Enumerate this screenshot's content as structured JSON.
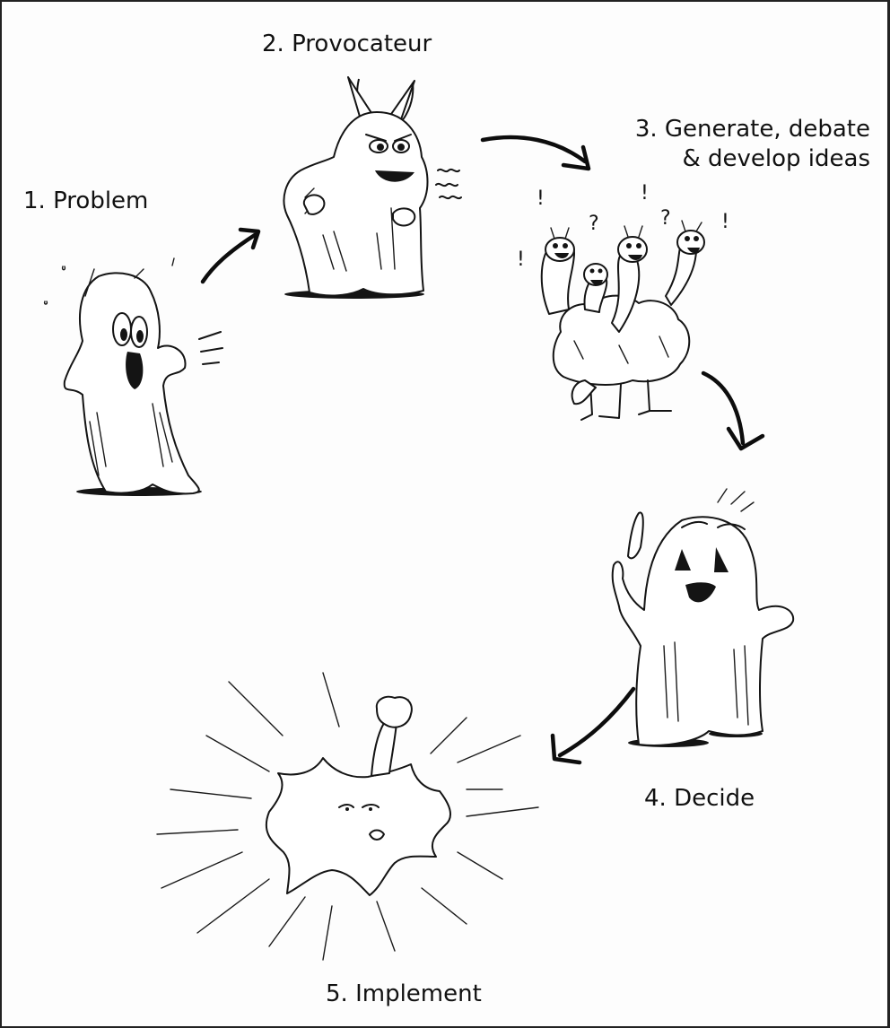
{
  "steps": [
    {
      "number": "1.",
      "name": "Problem"
    },
    {
      "number": "2.",
      "name": "Provocateur"
    },
    {
      "number": "3.",
      "name": "Generate, debate",
      "name_line2": "& develop ideas"
    },
    {
      "number": "4.",
      "name": "Decide"
    },
    {
      "number": "5.",
      "name": "Implement"
    }
  ],
  "labels": {
    "problem": "1. Problem",
    "provocateur": "2. Provocateur",
    "generate_line1": "3. Generate, debate",
    "generate_line2": "& develop ideas",
    "decide": "4. Decide",
    "implement": "5. Implement"
  },
  "marks": {
    "exclamation": "!",
    "question": "?"
  },
  "colors": {
    "ink": "#141414",
    "paper": "#fdfdfd",
    "frame": "#222222"
  },
  "figures": [
    {
      "step": "problem",
      "icon": "screaming-monster-icon"
    },
    {
      "step": "provocateur",
      "icon": "horned-devil-monster-icon"
    },
    {
      "step": "generate",
      "icon": "multi-headed-creature-icon"
    },
    {
      "step": "decide",
      "icon": "idea-monster-icon"
    },
    {
      "step": "implement",
      "icon": "starburst-monster-icon"
    }
  ]
}
